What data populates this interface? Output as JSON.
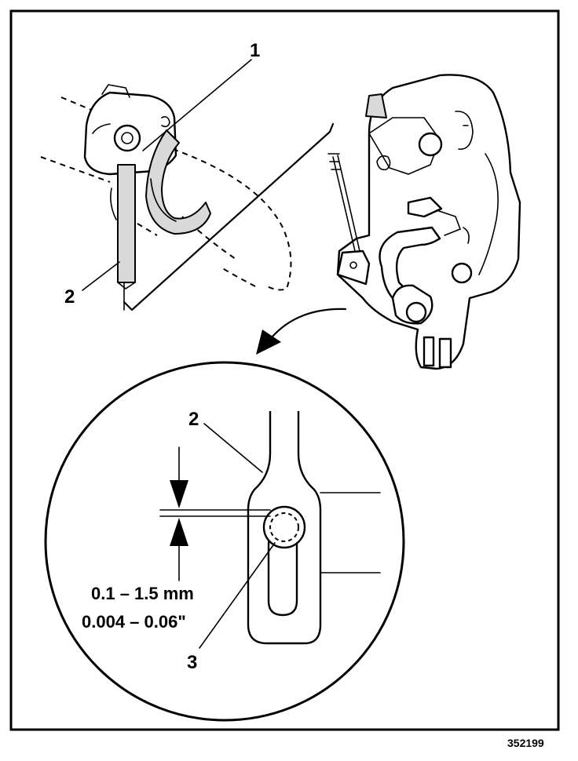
{
  "callouts": {
    "top_1": "1",
    "top_2": "2",
    "detail_2": "2",
    "detail_3": "3"
  },
  "dimension": {
    "metric": "0.1 – 1.5 mm",
    "imperial": "0.004 – 0.06\""
  },
  "figure_number": "352199"
}
